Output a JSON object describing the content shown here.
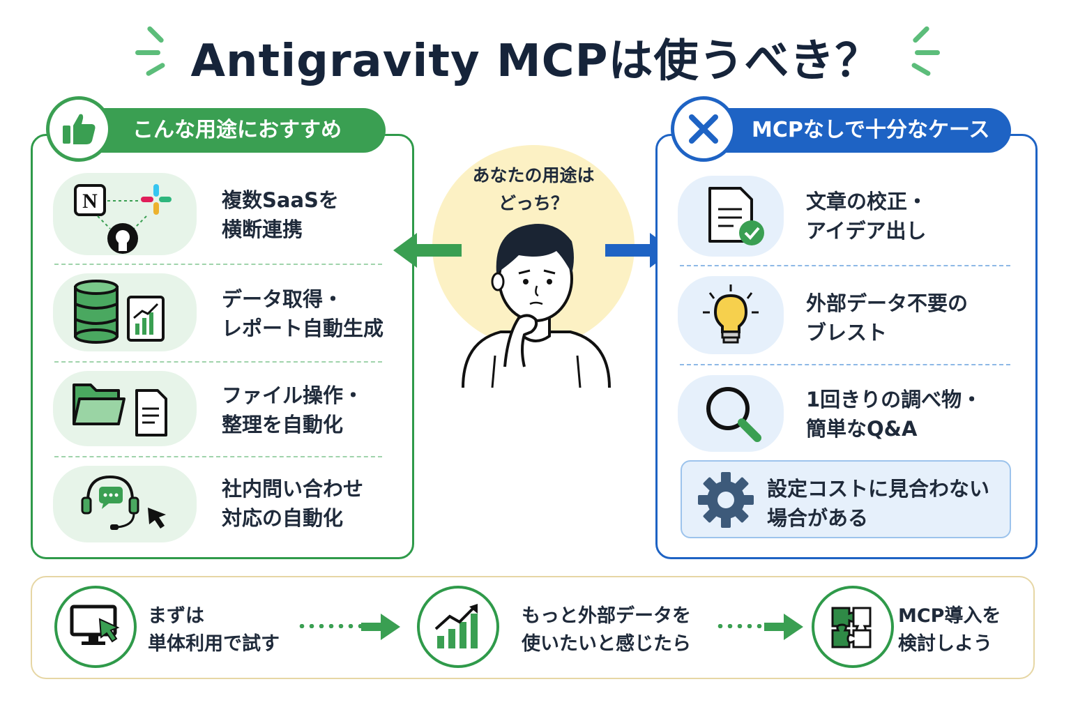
{
  "title": "Antigravity MCPは使うべき？",
  "recommended": {
    "header": "こんな用途におすすめ",
    "icon": "thumbs-up-icon",
    "items": [
      {
        "text": "複数SaaSを\n横断連携",
        "icon": "saas-integration-icon"
      },
      {
        "text": "データ取得・\nレポート自動生成",
        "icon": "database-report-icon"
      },
      {
        "text": "ファイル操作・\n整理を自動化",
        "icon": "folder-document-icon"
      },
      {
        "text": "社内問い合わせ\n対応の自動化",
        "icon": "headset-support-icon"
      }
    ]
  },
  "center": {
    "question": "あなたの用途は\nどっち？"
  },
  "not_needed": {
    "header": "MCPなしで十分なケース",
    "icon": "x-icon",
    "items": [
      {
        "text": "文章の校正・\nアイデア出し",
        "icon": "document-check-icon"
      },
      {
        "text": "外部データ不要の\nブレスト",
        "icon": "lightbulb-icon"
      },
      {
        "text": "1回きりの調べ物・\n簡単なQ&A",
        "icon": "magnifier-icon"
      }
    ],
    "warning": {
      "text": "設定コストに見合わない\n場合がある",
      "icon": "gear-icon"
    }
  },
  "steps": [
    {
      "text": "まずは\n単体利用で試す",
      "icon": "monitor-cursor-icon"
    },
    {
      "text": "もっと外部データを\n使いたいと感じたら",
      "icon": "growth-chart-icon"
    },
    {
      "text": "MCP導入を\n検討しよう",
      "icon": "puzzle-icon"
    }
  ],
  "colors": {
    "green": "#3a9f52",
    "blue": "#1e63c4",
    "navy": "#16243a",
    "yellow": "#fcf1c4"
  }
}
